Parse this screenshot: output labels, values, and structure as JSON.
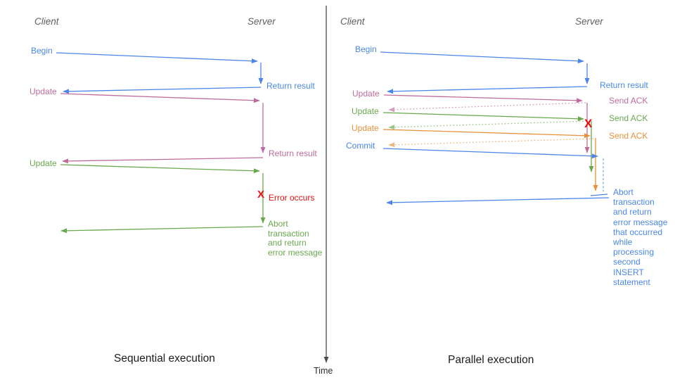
{
  "colors": {
    "blue": "#4a86e8",
    "pink": "#bf6b9d",
    "green": "#6aa84f",
    "orange": "#e6913a",
    "red": "#ea1010",
    "header_gray": "#5f5f5f",
    "axis_gray": "#4d4d4d"
  },
  "left_panel": {
    "client_header": "Client",
    "server_header": "Server",
    "begin_label": "Begin",
    "return_result_1": "Return result",
    "update_1": "Update",
    "return_result_2": "Return result",
    "update_2": "Update",
    "error_mark": "X",
    "error_label": "Error occurs",
    "abort_note": "Abort\ntransaction\nand return\nerror message",
    "caption": "Sequential execution"
  },
  "right_panel": {
    "client_header": "Client",
    "server_header": "Server",
    "begin_label": "Begin",
    "return_result": "Return result",
    "update_1": "Update",
    "send_ack_1": "Send ACK",
    "update_2": "Update",
    "send_ack_2": "Send ACK",
    "update_3": "Update",
    "send_ack_3": "Send ACK",
    "commit_label": "Commit",
    "error_mark": "X",
    "abort_note": "Abort\ntransaction\nand return\nerror message\nthat occurred\nwhile\nprocessing\nsecond\nINSERT\nstatement",
    "caption": "Parallel execution"
  },
  "time_axis": {
    "label": "Time"
  }
}
